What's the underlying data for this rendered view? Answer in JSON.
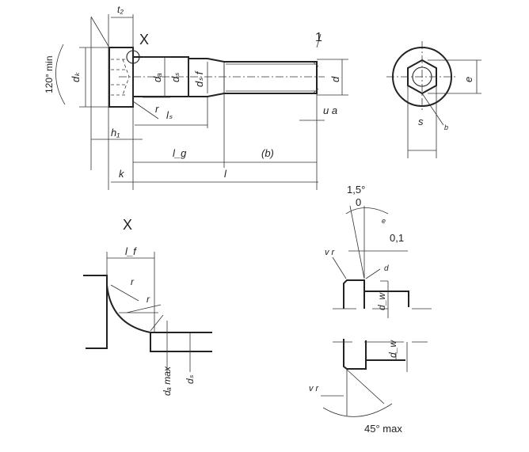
{
  "main_view": {
    "labels": {
      "t2": "t₂",
      "X": "X",
      "item1": "1",
      "angle": "120° min",
      "dk": "dₖ",
      "da": "dₐ",
      "ds": "dₛ",
      "dsf": "dₛ f",
      "d": "d",
      "r": "r",
      "ls": "lₛ",
      "u": "u a",
      "h1": "h₁",
      "lg": "l_g",
      "b": "(b)",
      "k": "k",
      "l": "l"
    }
  },
  "end_view": {
    "labels": {
      "e": "e",
      "s": "s",
      "b": "b"
    }
  },
  "detail_x": {
    "labels": {
      "title": "X",
      "lf": "l_f",
      "r1": "r",
      "r2": "r",
      "da_max": "dₐ max",
      "ds": "dₛ"
    }
  },
  "detail_edge": {
    "labels": {
      "angle_top": "1,5°",
      "zero": "0",
      "e": "e",
      "tol": "0,1",
      "vr_top": "v r",
      "d": "d",
      "dw_top": "d_w",
      "dw_bottom": "d_w",
      "vr_bottom": "v r",
      "angle_bottom": "45° max"
    }
  }
}
